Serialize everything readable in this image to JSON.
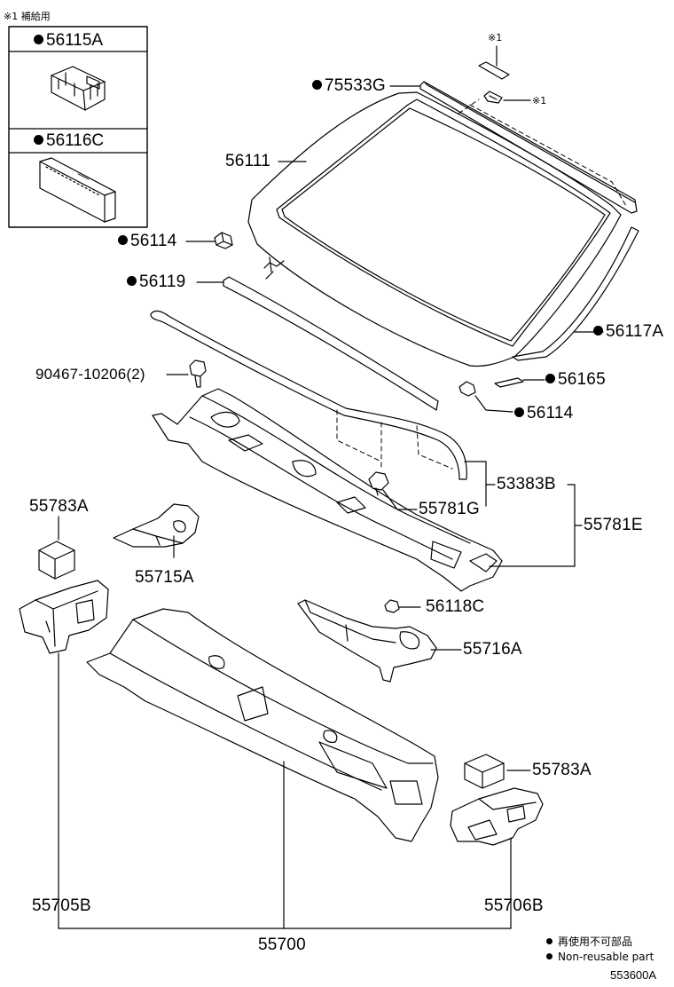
{
  "supply_note": "※1 補給用",
  "mark_1": "※1",
  "inset": {
    "part_a": "56115A",
    "part_b": "56116C"
  },
  "labels": {
    "p75533G": "75533G",
    "p56111": "56111",
    "p56114_top": "56114",
    "p56119": "56119",
    "p56117A": "56117A",
    "p90467": "90467-10206(2)",
    "p56165": "56165",
    "p56114_low": "56114",
    "p53383B": "53383B",
    "p55781G": "55781G",
    "p55781E": "55781E",
    "p55783A_left": "55783A",
    "p55715A": "55715A",
    "p56118C": "56118C",
    "p55716A": "55716A",
    "p55783A_right": "55783A",
    "p55705B": "55705B",
    "p55706B": "55706B",
    "p55700": "55700"
  },
  "legend": {
    "jp": "再使用不可部品",
    "en": "Non-reusable part"
  },
  "diagram_code": "553600A"
}
